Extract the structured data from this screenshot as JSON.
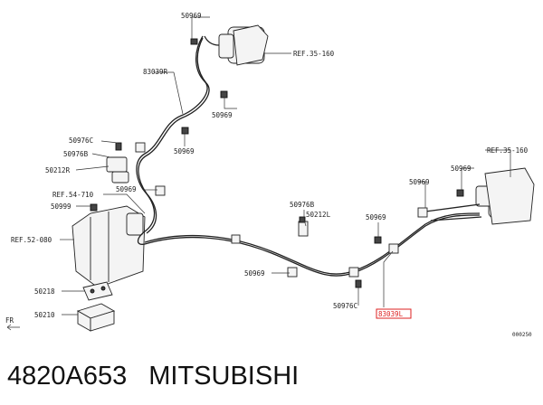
{
  "diagram": {
    "labels": {
      "c50969_top": "50969",
      "ref35_top": "REF.35-160",
      "c83039R": "83039R",
      "c50969_a": "50969",
      "c50969_b": "50969",
      "c50976C_left": "50976C",
      "c50976B_left": "50976B",
      "c50212R": "50212R",
      "c50969_c": "50969",
      "ref54": "REF.54-710",
      "c50999": "50999",
      "ref52": "REF.52-080",
      "c50218": "50218",
      "c50210": "50210",
      "fr": "FR",
      "c50976B_mid": "50976B",
      "c50212L": "50212L",
      "c50969_mid": "50969",
      "c50969_d": "50969",
      "c50969_e": "50969",
      "c50969_f": "50969",
      "ref35_right": "REF.35-160",
      "c50976C_bottom": "50976C",
      "c83039L": "83039L",
      "code": "000250"
    }
  },
  "caption": {
    "part_number": "4820A653",
    "brand": "MITSUBISHI"
  },
  "colors": {
    "highlight": "#dd2222",
    "line": "#222222"
  }
}
